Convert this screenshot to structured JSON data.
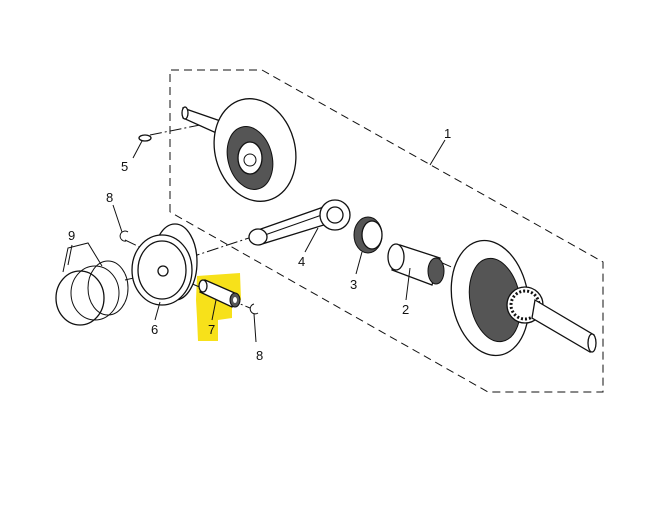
{
  "diagram": {
    "highlight_color": "#f7e11a",
    "highlighted_part": "7",
    "labels": {
      "p1": "1",
      "p2": "2",
      "p3": "3",
      "p4": "4",
      "p5": "5",
      "p6": "6",
      "p7": "7",
      "p8a": "8",
      "p8b": "8",
      "p9": "9"
    }
  }
}
